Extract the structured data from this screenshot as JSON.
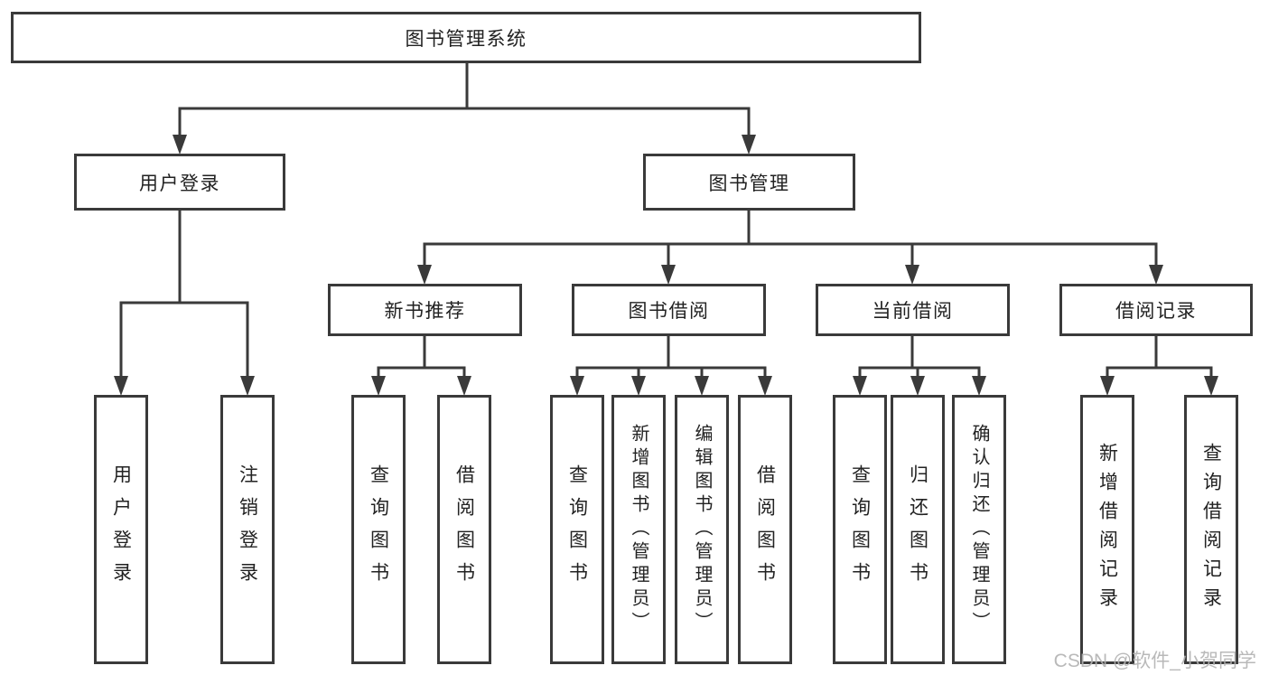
{
  "colors": {
    "line": "#3a3a3a",
    "text": "#222222",
    "background": "#ffffff",
    "watermark": "#b2b2b2"
  },
  "diagram": {
    "type": "tree",
    "root": "图书管理系统",
    "children": [
      {
        "label": "用户登录",
        "leaves": [
          "用户登录",
          "注销登录"
        ]
      },
      {
        "label": "图书管理",
        "children": [
          {
            "label": "新书推荐",
            "leaves": [
              "查询图书",
              "借阅图书"
            ]
          },
          {
            "label": "图书借阅",
            "leaves": [
              "查询图书",
              "新增图书（管理员）",
              "编辑图书（管理员）",
              "借阅图书"
            ]
          },
          {
            "label": "当前借阅",
            "leaves": [
              "查询图书",
              "归还图书",
              "确认归还（管理员）"
            ]
          },
          {
            "label": "借阅记录",
            "leaves": [
              "新增借阅记录",
              "查询借阅记录"
            ]
          }
        ]
      }
    ]
  },
  "watermark": {
    "text": "CSDN @软件_小贺同学"
  }
}
